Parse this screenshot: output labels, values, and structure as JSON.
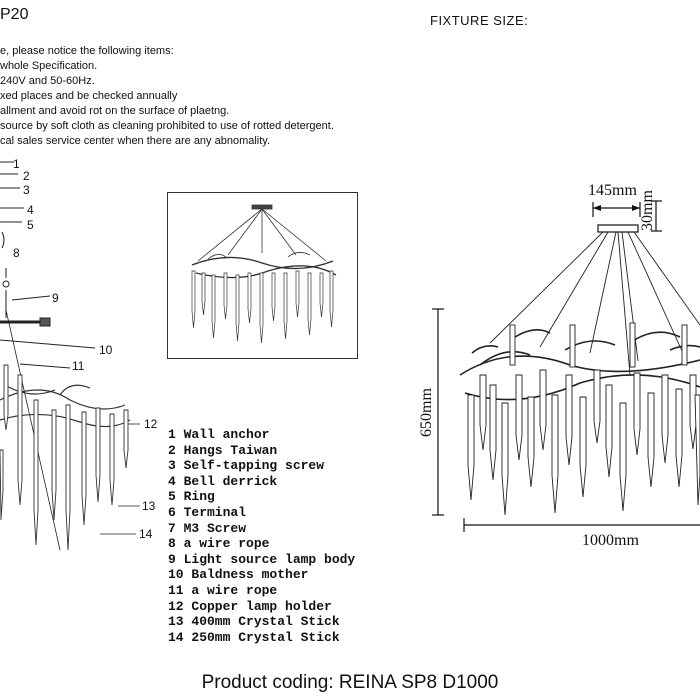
{
  "header": {
    "model_fragment": "P20",
    "fixture_size_label": "FIXTURE SIZE:"
  },
  "notice_lines": [
    "e, please notice the following items:",
    "whole Specification.",
    "240V and 50-60Hz.",
    "xed places and be checked annually",
    "allment and avoid rot on the surface of plaetng.",
    "source by soft cloth as cleaning prohibited to use of rotted detergent.",
    "cal sales service center when there are any abnomality."
  ],
  "callouts": [
    "1",
    "2",
    "3",
    "4",
    "5",
    "8",
    "9",
    "10",
    "11",
    "12",
    "13",
    "14"
  ],
  "parts_list": [
    "1 Wall anchor",
    "2 Hangs Taiwan",
    "3 Self-tapping screw",
    "4 Bell derrick",
    "5 Ring",
    "6 Terminal",
    "7 M3 Screw",
    "8 a wire rope",
    "9 Light source lamp body",
    "10 Baldness mother",
    "11 a wire rope",
    "12 Copper lamp holder",
    "13 400mm Crystal Stick",
    "14 250mm Crystal Stick"
  ],
  "dimensions": {
    "canopy": "145mm",
    "canopy_height": "30mm",
    "height": "650mm",
    "width": "1000mm"
  },
  "footer": {
    "product_coding": "Product coding: REINA SP8 D1000"
  }
}
